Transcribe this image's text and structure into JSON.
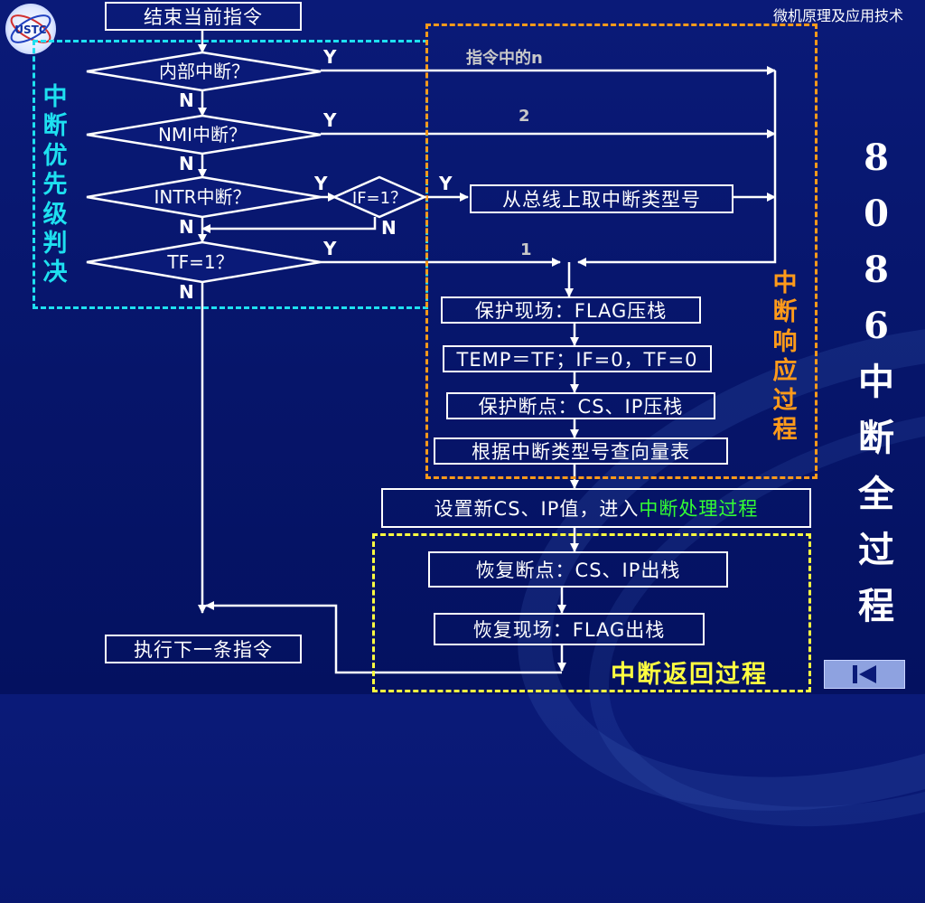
{
  "header": {
    "course_title": "微机原理及应用技术"
  },
  "logo": {
    "text": "USTC"
  },
  "start_box": "结束当前指令",
  "decisions": {
    "internal": "内部中断？",
    "nmi": "NMI中断？",
    "intr": "INTR中断？",
    "if_check": "IF=1？",
    "tf": "TF=1？"
  },
  "yes_label": "Y",
  "no_label": "N",
  "edge_labels": {
    "internal": "指令中的n",
    "nmi": "2",
    "tf": "1"
  },
  "fetch_box": "从总线上取中断类型号",
  "response_steps": [
    "保护现场：FLAG压栈",
    "TEMP＝TF；IF=0，TF=0",
    "保护断点：CS、IP压栈",
    "根据中断类型号查向量表"
  ],
  "set_box": {
    "prefix": "设置新CS、IP值，进入",
    "highlight": "中断处理过程"
  },
  "return_steps": [
    "恢复断点：CS、IP出栈",
    "恢复现场：FLAG出栈"
  ],
  "exec_box": "执行下一条指令",
  "regions": {
    "priority": "中断优先级判决",
    "response": "中断响应过程",
    "return": "中断返回过程"
  },
  "side_title": [
    "8",
    "0",
    "8",
    "6",
    "中",
    "断",
    "全",
    "过",
    "程"
  ],
  "colors": {
    "priority": "#1ee0f0",
    "response": "#ff9a1a",
    "return": "#ffff40",
    "highlight": "#33ff33",
    "side_title": "#ffffff"
  },
  "nav": {
    "icon": "skip-back-icon"
  }
}
